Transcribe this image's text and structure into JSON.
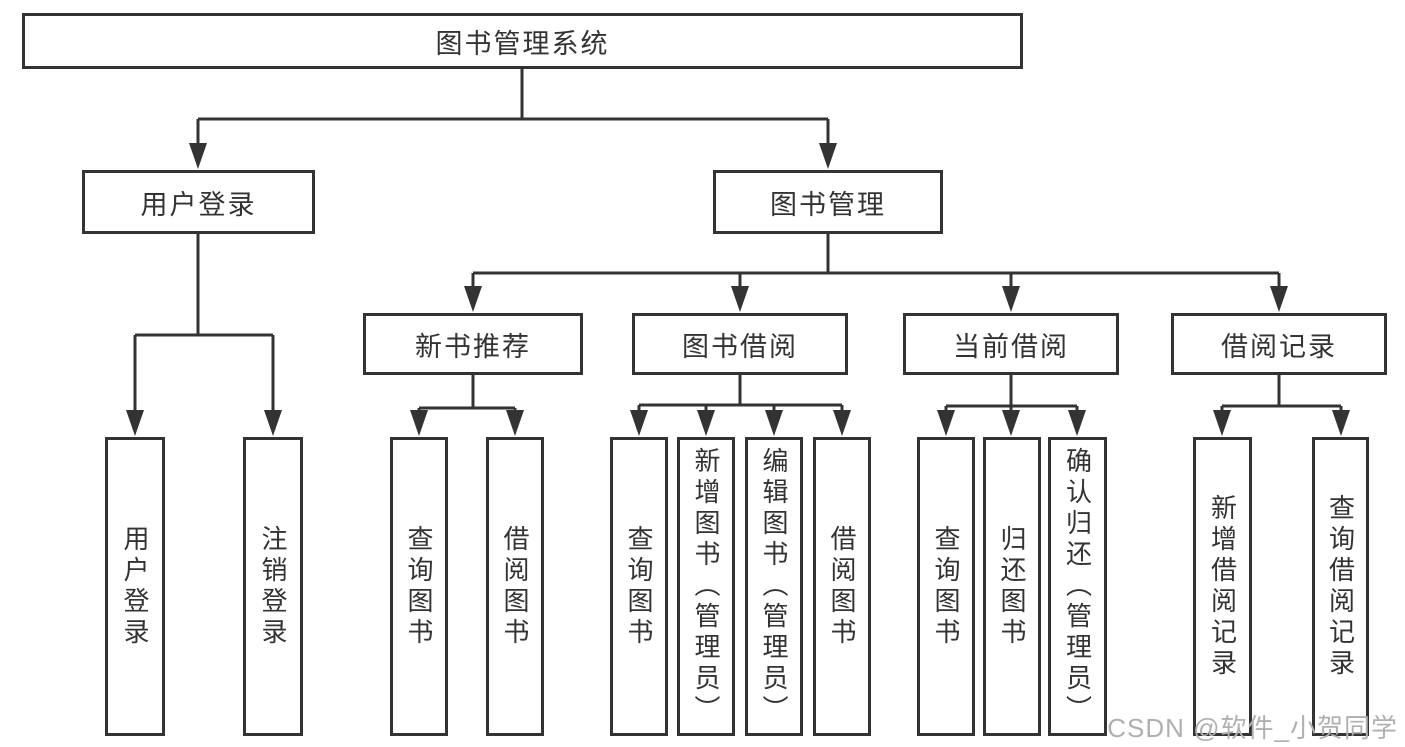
{
  "diagram": {
    "root": {
      "label": "图书管理系统"
    },
    "branches": [
      {
        "label": "用户登录",
        "children": [
          {
            "label": "用户登录"
          },
          {
            "label": "注销登录"
          }
        ]
      },
      {
        "label": "图书管理",
        "children": [
          {
            "label": "新书推荐",
            "children": [
              {
                "label": "查询图书"
              },
              {
                "label": "借阅图书"
              }
            ]
          },
          {
            "label": "图书借阅",
            "children": [
              {
                "label": "查询图书"
              },
              {
                "label": "新增图书（管理员）"
              },
              {
                "label": "编辑图书（管理员）"
              },
              {
                "label": "借阅图书"
              }
            ]
          },
          {
            "label": "当前借阅",
            "children": [
              {
                "label": "查询图书"
              },
              {
                "label": "归还图书"
              },
              {
                "label": "确认归还（管理员）"
              }
            ]
          },
          {
            "label": "借阅记录",
            "children": [
              {
                "label": "新增借阅记录"
              },
              {
                "label": "查询借阅记录"
              }
            ]
          }
        ]
      }
    ]
  },
  "watermark": {
    "text": "CSDN @软件_小贺同学"
  },
  "colors": {
    "line": "#333333",
    "text": "#333333",
    "watermark": "#b0b0b0",
    "background": "#ffffff"
  }
}
